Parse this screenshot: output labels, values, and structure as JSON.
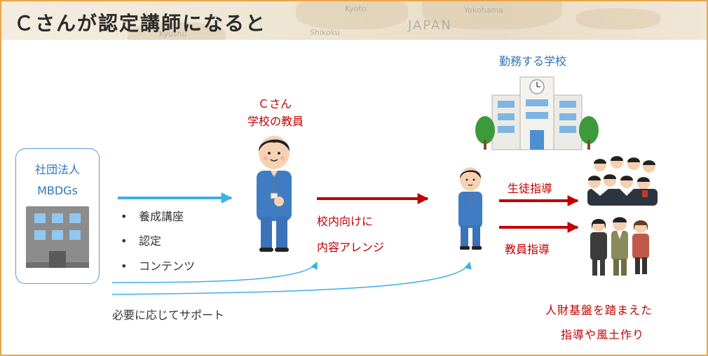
{
  "header": {
    "title": "Ｃさんが認定講師になると",
    "map_words": [
      "Kyoto",
      "Yokohama",
      "JAPAN",
      "Kyushu",
      "Shikoku"
    ]
  },
  "org": {
    "line1": "社団法人",
    "line2": "MBDGs"
  },
  "bullets": [
    "養成講座",
    "認定",
    "コンテンツ"
  ],
  "support_label": "必要に応じてサポート",
  "teacher": {
    "name": "Ｃさん",
    "role": "学校の教員"
  },
  "arrange": {
    "line1": "校内向けに",
    "line2": "内容アレンジ"
  },
  "school_label": "勤務する学校",
  "student_guidance": "生徒指導",
  "teacher_guidance": "教員指導",
  "outcome": {
    "line1": "人財基盤を踏まえた",
    "line2": "指導や風土作り"
  },
  "colors": {
    "blue": "#2f75b5",
    "light_blue_arrow": "#3cb0e6",
    "red": "#c00000",
    "frame": "#e9a64a"
  }
}
